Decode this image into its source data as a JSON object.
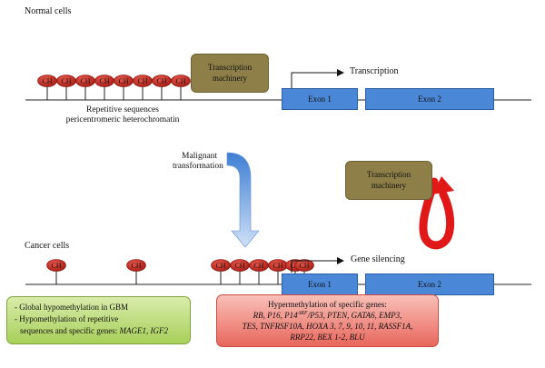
{
  "normal": {
    "title": "Normal cells",
    "transcription": "Transcription",
    "machinery": [
      "Transcription",
      "machinery"
    ],
    "repetitive": [
      "Repetitive sequences",
      "pericentromeric heterochromatin"
    ],
    "exon1": "Exon 1",
    "exon2": "Exon 2",
    "methyl_label": "CH",
    "methyl_count": 8
  },
  "transformation": [
    "Malignant",
    "transformation"
  ],
  "cancer": {
    "title": "Cancer cells",
    "silencing": "Gene silencing",
    "machinery": [
      "Transcription",
      "machinery"
    ],
    "exon1": "Exon 1",
    "exon2": "Exon 2",
    "methyl_label": "CH",
    "methyl_count": 8
  },
  "green_box": {
    "line1": "- Global hypomethylation in GBM",
    "line2": "- Hypomethylation of repetitive",
    "line3_prefix": "sequences and specific genes: ",
    "line3_genes": "MAGE1, IGF2"
  },
  "red_box": {
    "heading": "Hypermethylation of specific genes:",
    "line1": "RB, P16, P14",
    "line1_sup": "ARF",
    "line1_rest": "/P53, PTEN, GATA6, EMP3,",
    "line2": "TES, TNFRSF10A, HOXA 3, 7, 9, 10, 11, RASSF1A,",
    "line3": "RRP22, BEX 1-2, BLU"
  },
  "colors": {
    "exon": "#4a87d6",
    "machinery": "#8e7f48",
    "methyl": "#c8281e",
    "arrow_blue": "#6fa2e0",
    "arrow_red": "#e01818",
    "green_box": "#b5d66b",
    "red_box": "#ef7f76"
  }
}
